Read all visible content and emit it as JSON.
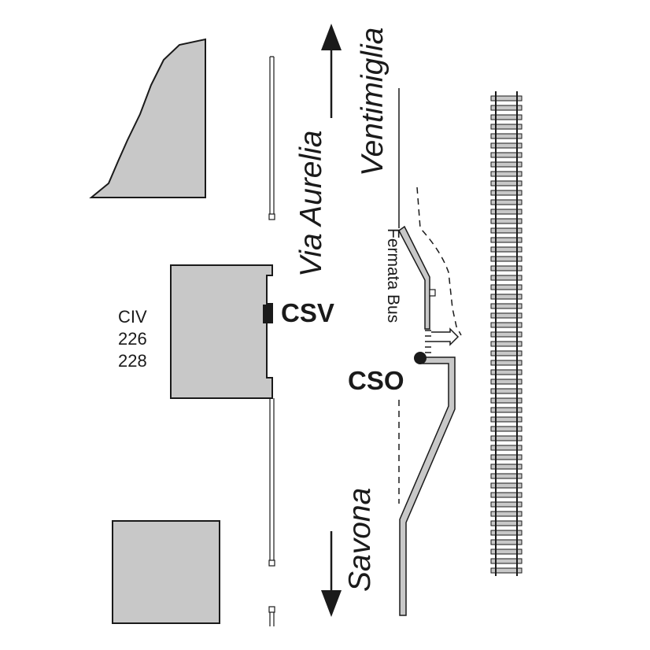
{
  "labels": {
    "via_aurelia": "Via Aurelia",
    "ventimiglia": "Ventimiglia",
    "savona": "Savona",
    "fermata_bus": "Fermata Bus",
    "csv": "CSV",
    "cso": "CSO",
    "civ_line1": "CIV",
    "civ_line2": "226",
    "civ_line3": "228"
  },
  "colors": {
    "building_fill": "#c8c8c8",
    "outline": "#1a1a1a",
    "background": "#ffffff"
  }
}
